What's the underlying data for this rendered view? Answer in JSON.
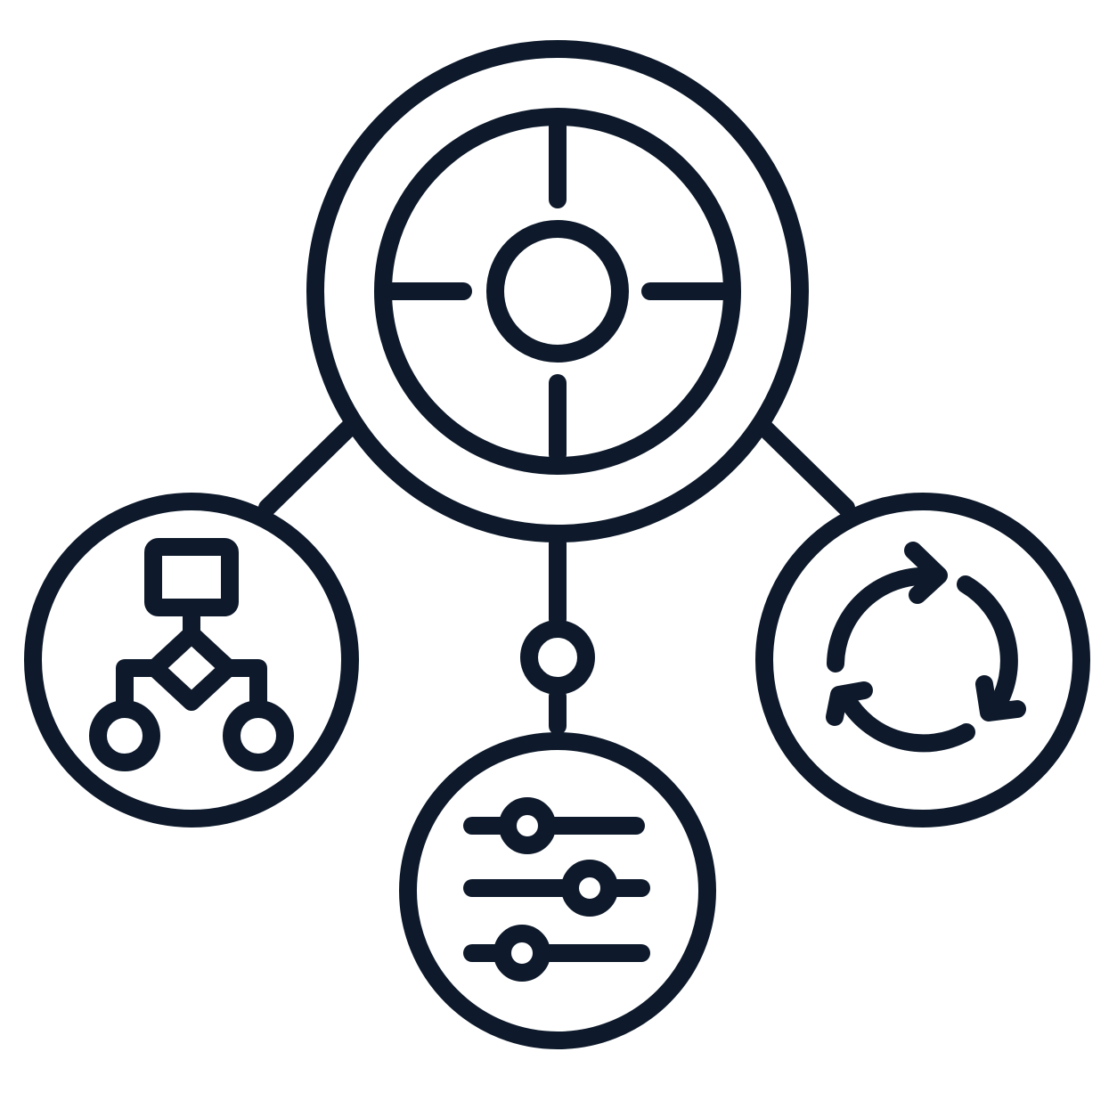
{
  "colors": {
    "line": "#0e1a2b",
    "background": "#ffffff"
  },
  "hub": {
    "icon": "crosshair-target-icon"
  },
  "nodes": [
    {
      "id": "left",
      "icon": "flowchart-icon"
    },
    {
      "id": "bottom",
      "icon": "sliders-icon"
    },
    {
      "id": "right",
      "icon": "refresh-cycle-icon"
    }
  ],
  "connectors": [
    {
      "from": "hub",
      "to": "left"
    },
    {
      "from": "hub",
      "to": "bottom",
      "junction": true
    },
    {
      "from": "hub",
      "to": "right"
    }
  ]
}
